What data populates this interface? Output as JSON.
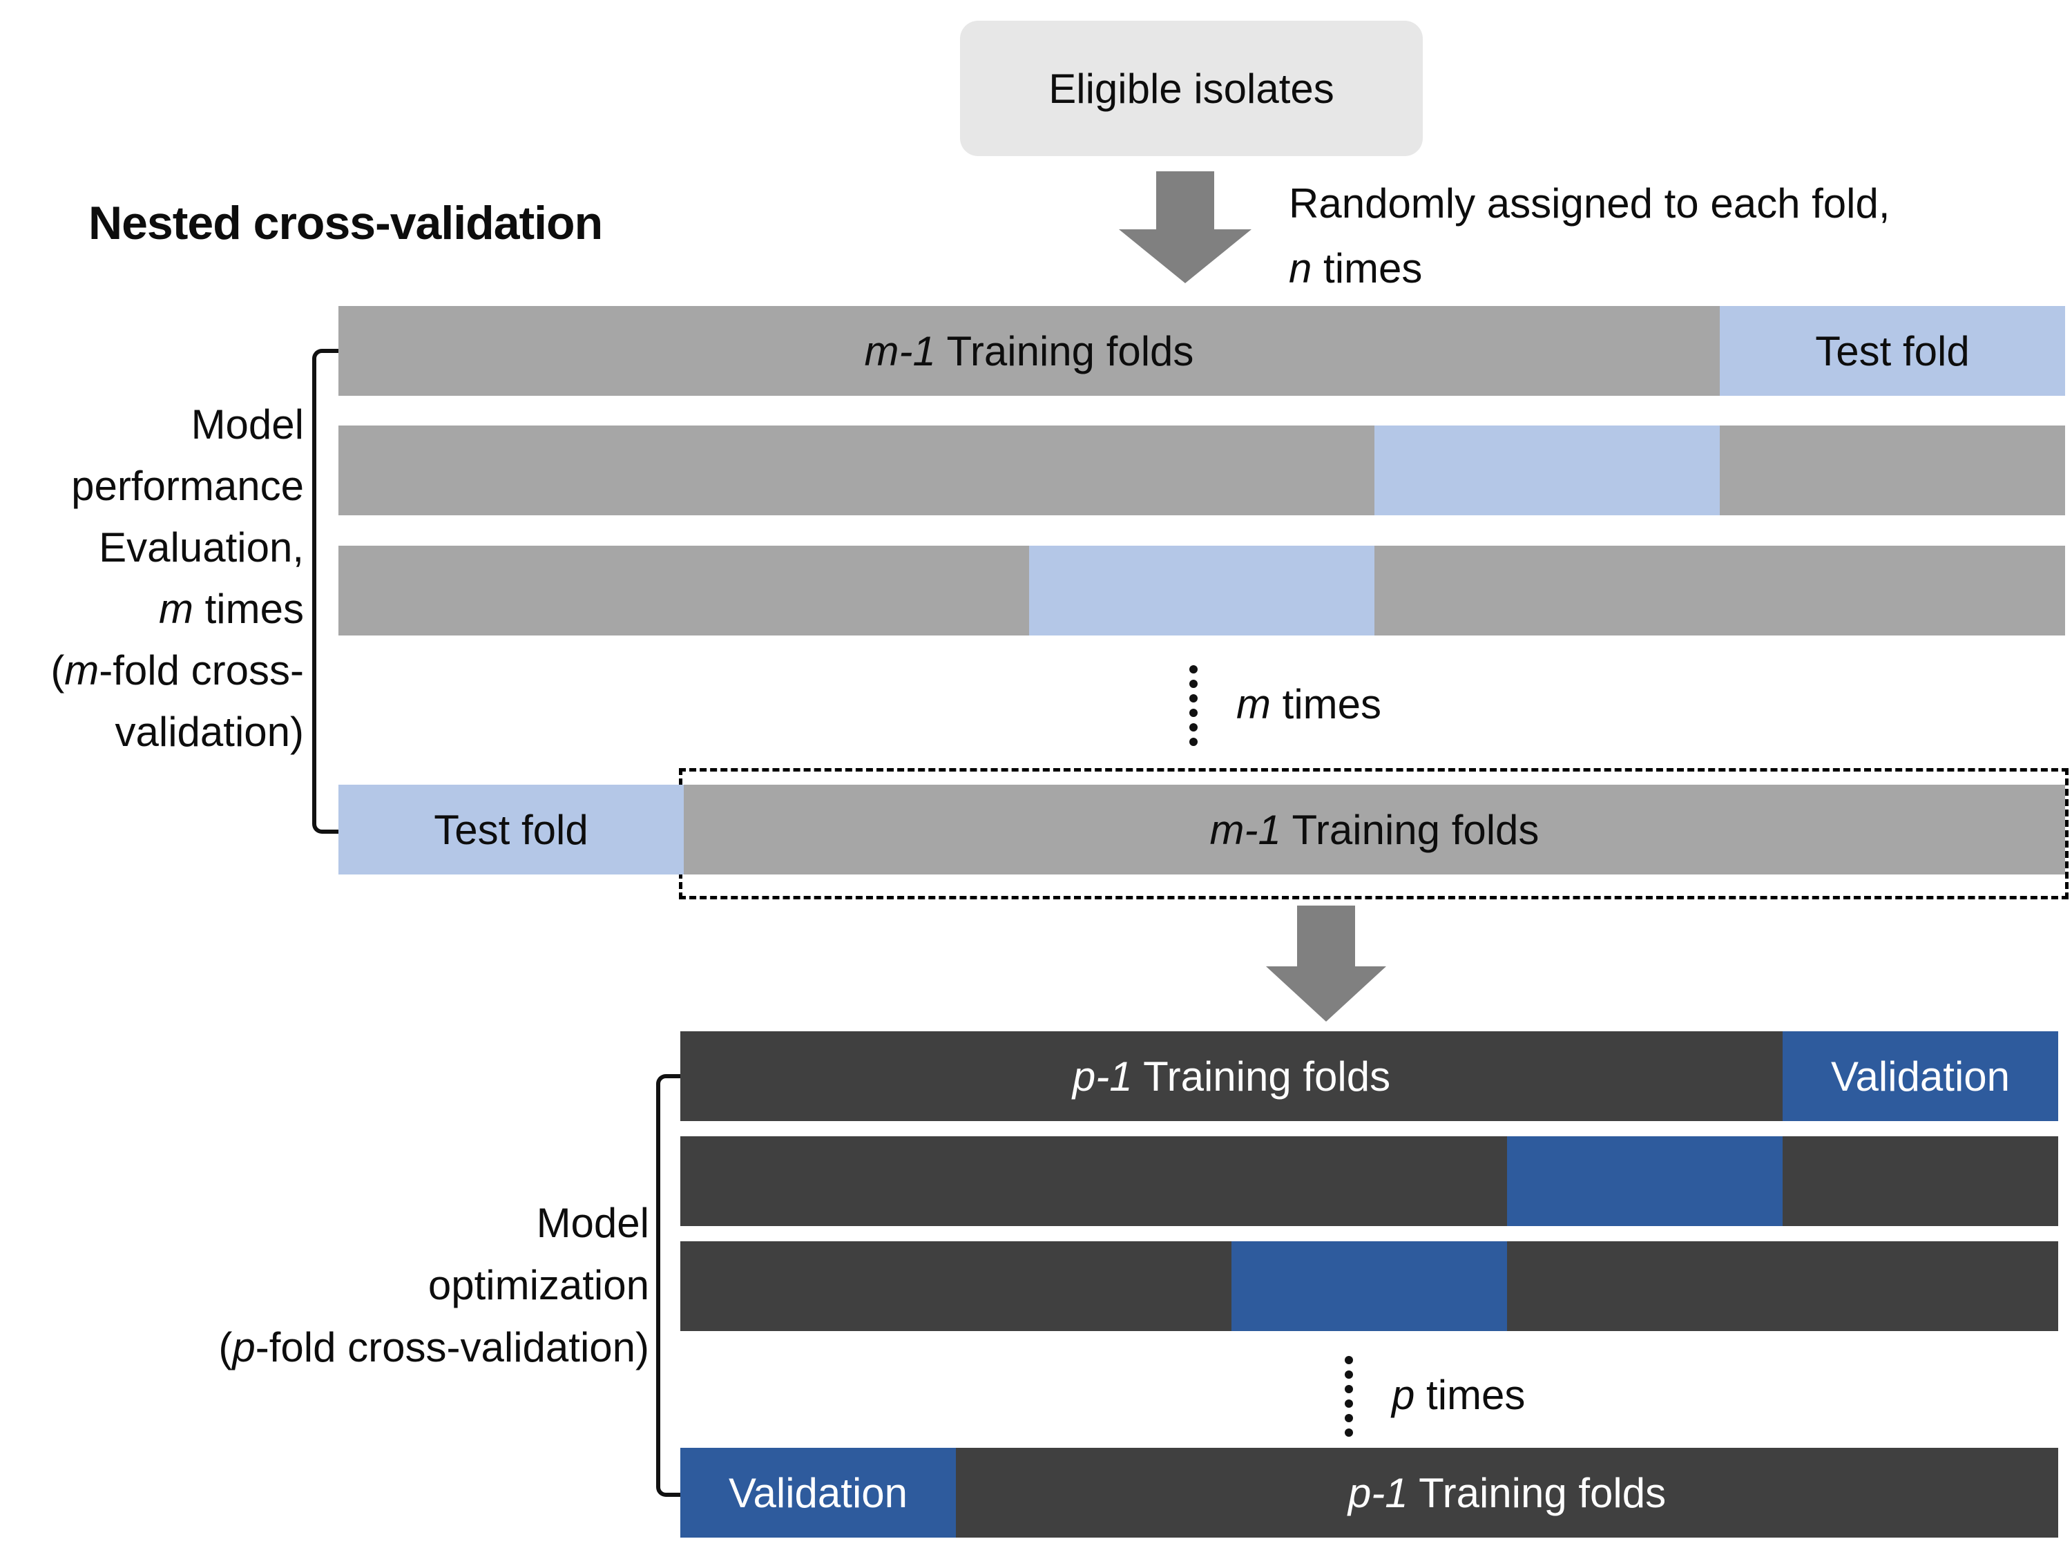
{
  "title": "Nested cross-validation",
  "top_box": {
    "label": "Eligible isolates"
  },
  "arrow_note": {
    "line1": "Randomly assigned to each fold,",
    "line2_italic": "n",
    "line2_rest": " times"
  },
  "left_label_top": {
    "line1": "Model",
    "line2": "performance",
    "line3": "Evaluation,",
    "line4_italic": "m",
    "line4_rest": " times",
    "line5_pre": "(",
    "line5_italic": "m",
    "line5_rest": "-fold cross-",
    "line6": "validation)"
  },
  "left_label_bottom": {
    "line1": "Model",
    "line2": "optimization",
    "line3_pre": "(",
    "line3_italic": "p",
    "line3_rest": "-fold cross-validation)"
  },
  "bars": {
    "m_minus_1_italic": "m-1",
    "training_suffix": " Training folds",
    "test_fold": "Test fold",
    "p_minus_1_italic": "p-1",
    "validation": "Validation"
  },
  "ellipsis_top": {
    "italic": "m",
    "rest": " times"
  },
  "ellipsis_bottom": {
    "italic": "p",
    "rest": " times"
  },
  "colors": {
    "outer_training_gray": "#a6a6a6",
    "outer_test_lightblue": "#b4c7e7",
    "inner_training_dark": "#404040",
    "inner_validation_blue": "#2e5b9d",
    "eligible_box_gray": "#e7e7e7",
    "arrow_gray": "#808080",
    "text_dark": "#0d0d0d",
    "text_light": "#ffffff"
  },
  "structure": {
    "outer_folds": 5,
    "inner_folds": 5
  }
}
